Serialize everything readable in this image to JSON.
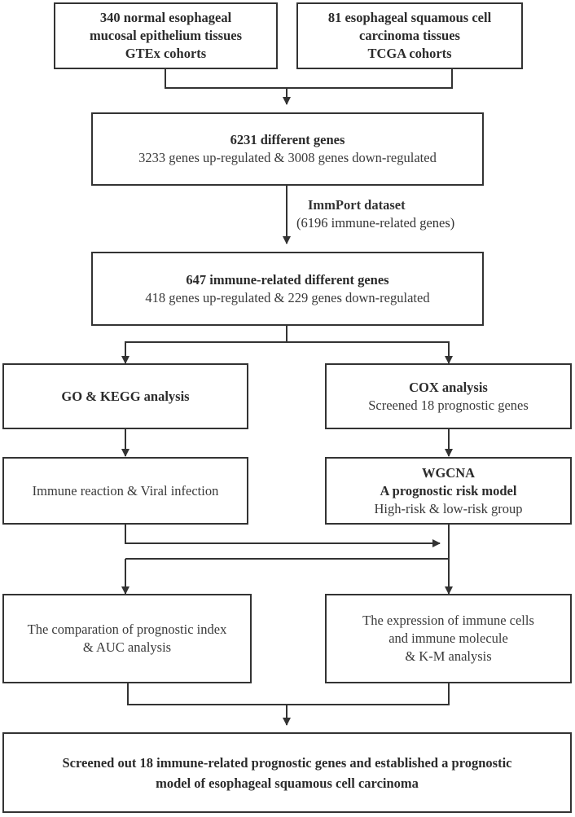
{
  "boxes": {
    "gtex": {
      "line1": "340 normal esophageal",
      "line2": "mucosal epithelium tissues",
      "line3": "GTEx cohorts"
    },
    "tcga": {
      "line1": "81 esophageal squamous cell",
      "line2": "carcinoma tissues",
      "line3": "TCGA cohorts"
    },
    "diff_genes": {
      "title": "6231 different genes",
      "detail": "3233 genes up-regulated & 3008 genes down-regulated"
    },
    "immune_diff": {
      "title": "647 immune-related different genes",
      "detail": "418 genes up-regulated & 229 genes down-regulated"
    },
    "go_kegg": {
      "title": "GO & KEGG analysis"
    },
    "cox": {
      "title": "COX analysis",
      "detail": "Screened 18 prognostic genes"
    },
    "immune_reaction": {
      "detail": "Immune reaction  & Viral infection"
    },
    "wgcna": {
      "title1": "WGCNA",
      "title2": "A prognostic risk model",
      "detail": "High-risk & low-risk group"
    },
    "prognostic_index": {
      "line1": "The comparation of prognostic index",
      "line2": "& AUC analysis"
    },
    "immune_cells": {
      "line1": "The expression of immune cells",
      "line2": "and immune molecule",
      "line3": "& K-M analysis"
    },
    "conclusion": {
      "line1": "Screened out 18 immune-related prognostic genes and established a prognostic",
      "line2": "model of esophageal squamous cell carcinoma"
    }
  },
  "edge_label": {
    "title": "ImmPort dataset",
    "detail": "(6196 immune-related genes)"
  }
}
